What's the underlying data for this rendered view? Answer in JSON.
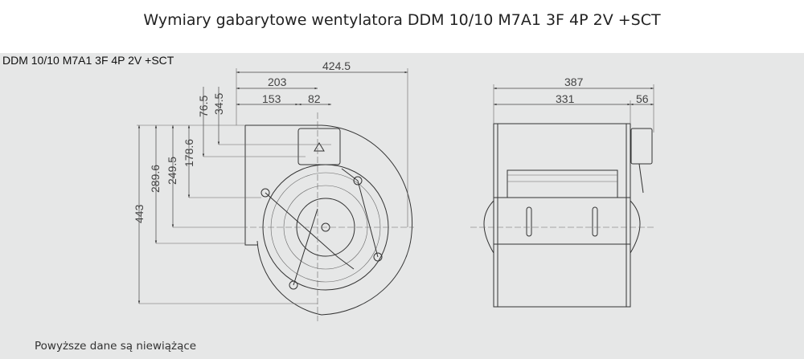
{
  "page_title": "Wymiary gabarytowe wentylatora DDM 10/10 M7A1 3F 4P 2V +SCT",
  "drawing": {
    "model_label": "DDM 10/10 M7A1 3F 4P 2V +SCT",
    "front_view": {
      "horizontal_dims": [
        "424.5",
        "203",
        "153",
        "82"
      ],
      "vertical_dims": [
        "443",
        "289.6",
        "249.5",
        "178.6",
        "76.5",
        "34.5"
      ]
    },
    "side_view": {
      "horizontal_dims": [
        "387",
        "331",
        "56"
      ]
    }
  },
  "footer_note": "Powyższe dane są niewiążące"
}
